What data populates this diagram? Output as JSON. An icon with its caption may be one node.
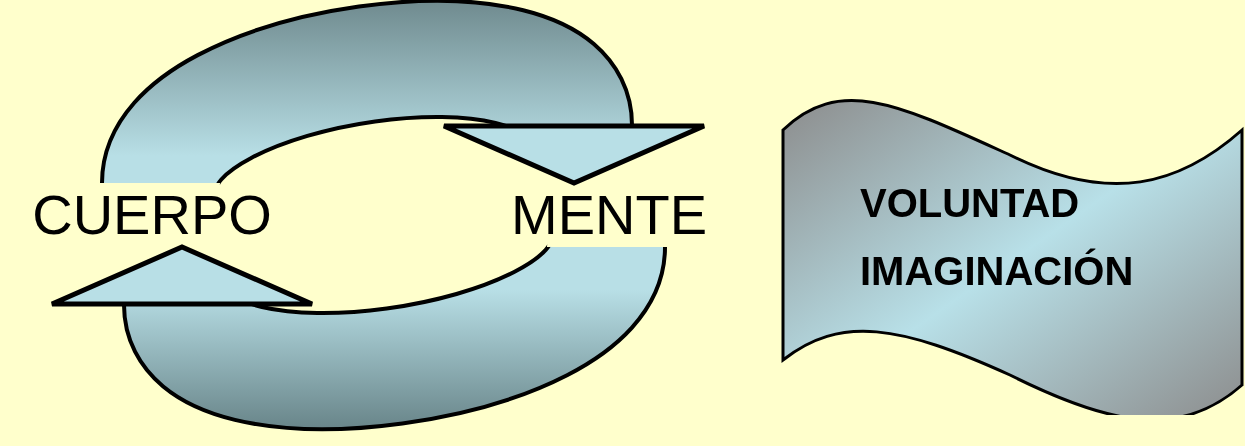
{
  "diagram": {
    "nodes": [
      {
        "text": [
          "CUERPO"
        ]
      },
      {
        "text": [
          "MENTE"
        ]
      },
      {
        "text": [
          "VOLUNTAD",
          "IMAGINACIÓN"
        ]
      }
    ],
    "edges": [
      {
        "from": 0,
        "to": 1,
        "arrow": "to"
      },
      {
        "from": 1,
        "to": 0,
        "arrow": "to"
      }
    ]
  }
}
